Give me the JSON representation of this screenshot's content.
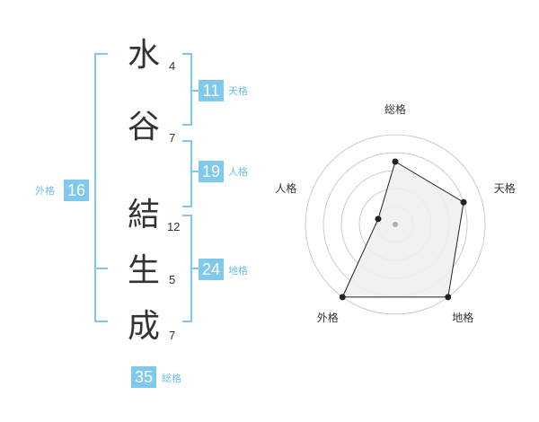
{
  "characters": [
    {
      "char": "水",
      "strokes": "4"
    },
    {
      "char": "谷",
      "strokes": "7"
    },
    {
      "char": "結",
      "strokes": "12"
    },
    {
      "char": "生",
      "strokes": "5"
    },
    {
      "char": "成",
      "strokes": "7"
    }
  ],
  "fortunes": {
    "tenkaku": {
      "label": "天格",
      "value": "11"
    },
    "jinkaku": {
      "label": "人格",
      "value": "19"
    },
    "chikaku": {
      "label": "地格",
      "value": "24"
    },
    "gaikaku": {
      "label": "外格",
      "value": "16"
    },
    "soukaku": {
      "label": "総格",
      "value": "35"
    }
  },
  "radar": {
    "axes": [
      "総格",
      "天格",
      "地格",
      "外格",
      "人格"
    ],
    "levels": 5,
    "values": [
      3.5,
      4.0,
      5.0,
      5.0,
      1.0
    ],
    "max": 5,
    "colors": {
      "ring": "#cccccc",
      "fill": "#eeeeee",
      "line": "#222222",
      "point": "#222222",
      "center": "#aaaaaa"
    }
  },
  "colors": {
    "accent": "#7fc8ee",
    "bracket": "#7fc8ee",
    "label": "#6fbfea"
  }
}
